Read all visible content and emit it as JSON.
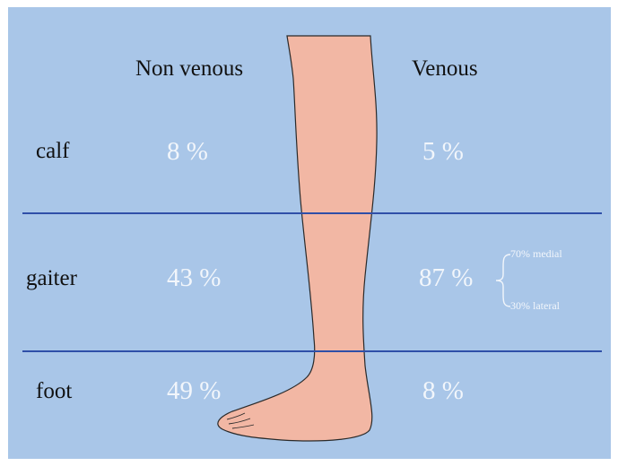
{
  "headers": {
    "non_venous": "Non venous",
    "venous": "Venous"
  },
  "rows": [
    {
      "label": "calf",
      "non_venous": "8 %",
      "venous": "5 %"
    },
    {
      "label": "gaiter",
      "non_venous": "43 %",
      "venous": "87 %"
    },
    {
      "label": "foot",
      "non_venous": "49 %",
      "venous": "8 %"
    }
  ],
  "gaiter_breakdown": {
    "medial": "70% medial",
    "lateral": "30% lateral"
  },
  "colors": {
    "background": "#a9c6e8",
    "divider": "#2f4fa8",
    "skin": "#f2b7a4",
    "value_text": "#f2f6fb"
  },
  "icons": {
    "illustration": "leg-illustration"
  }
}
